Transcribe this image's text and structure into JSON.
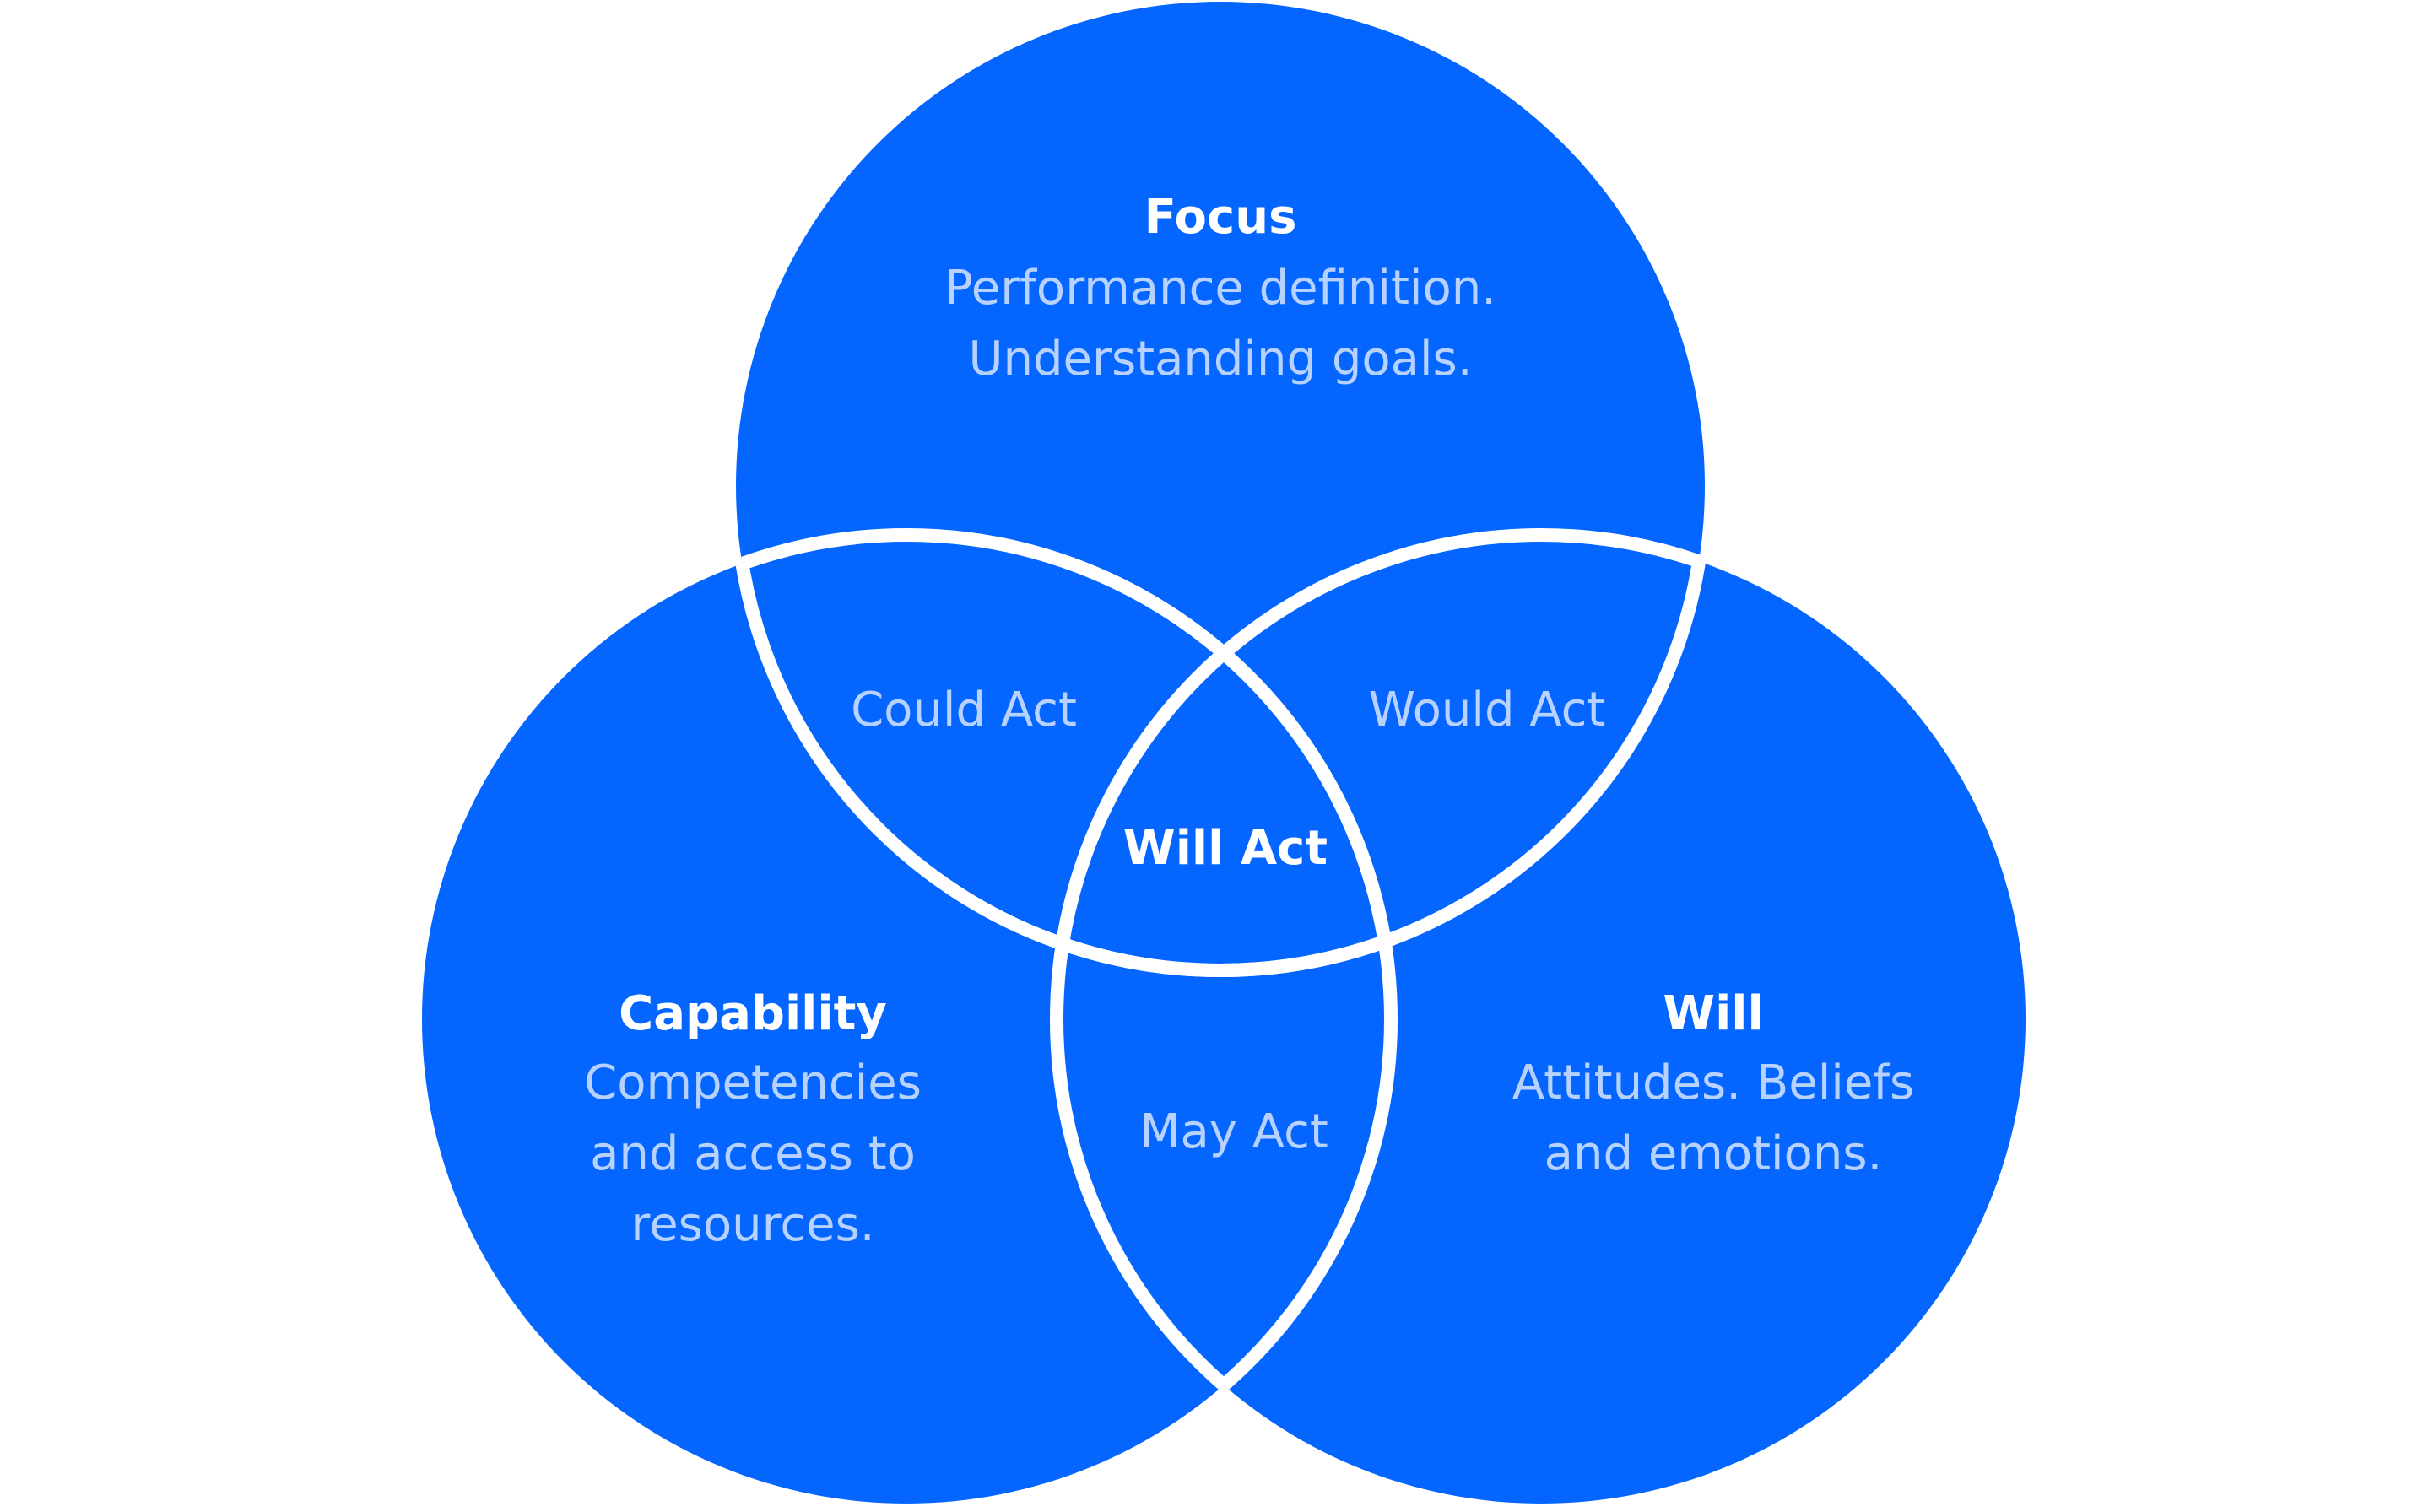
{
  "colors": {
    "circle_fill": "#0466FF",
    "outline": "#FFFFFF",
    "title_text": "#FFFFFF",
    "body_text": "#B7D2FF",
    "background": "#FFFFFF"
  },
  "circles": {
    "focus": {
      "title": "Focus",
      "lines": [
        "Performance definition.",
        "Understanding goals."
      ]
    },
    "capability": {
      "title": "Capability",
      "lines": [
        "Competencies",
        "and access to",
        "resources."
      ]
    },
    "will": {
      "title": "Will",
      "lines": [
        "Attitudes. Beliefs",
        "and emotions."
      ]
    }
  },
  "intersections": {
    "focus_capability": "Could Act",
    "focus_will": "Would Act",
    "capability_will": "May Act",
    "all_three": "Will Act"
  }
}
